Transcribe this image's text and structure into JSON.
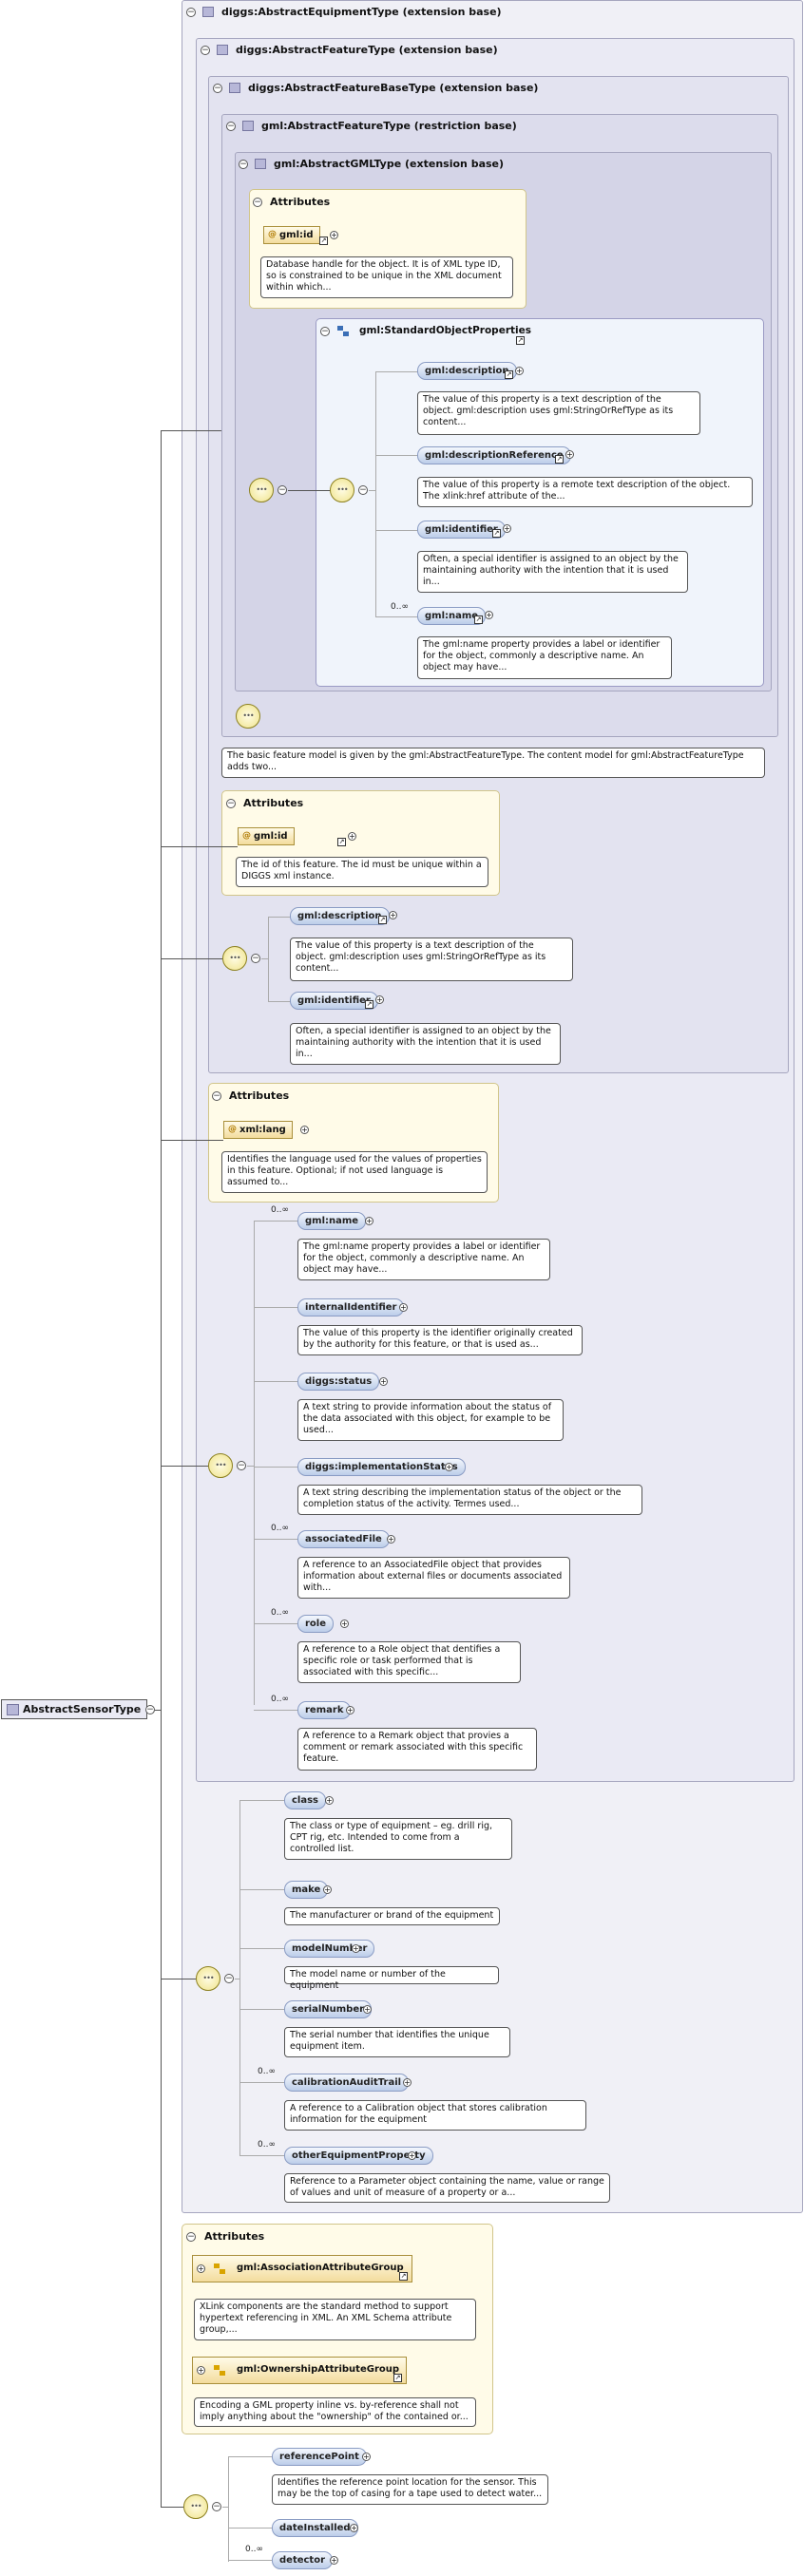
{
  "root": {
    "label": "AbstractSensorType"
  },
  "types": {
    "equipment": "diggs:AbstractEquipmentType (extension base)",
    "feature": "diggs:AbstractFeatureType (extension base)",
    "featurebase": "diggs:AbstractFeatureBaseType (extension base)",
    "gmlfeature": "gml:AbstractFeatureType (restriction base)",
    "gmlgml": "gml:AbstractGMLType (extension base)"
  },
  "attributes_label": "Attributes",
  "gml_attrs": {
    "id_label": "gml:id",
    "id_desc": "Database handle for the object. It is of XML type ID, so is constrained to be unique in the XML document within which...",
    "group_label": "gml:StandardObjectProperties",
    "description": "gml:description",
    "description_desc": "The value of this property is a text description of the object. gml:description uses gml:StringOrRefType as its content...",
    "descref": "gml:descriptionReference",
    "descref_desc": "The value of this property is a remote text description of the object. The xlink:href attribute of the...",
    "identifier": "gml:identifier",
    "identifier_desc": "Often, a special identifier is assigned to an object by the maintaining authority with the intention that it is used in...",
    "name_card": "0..∞",
    "name": "gml:name",
    "name_desc": "The gml:name property provides a label or identifier for the object, commonly a descriptive name. An object may have..."
  },
  "feature_desc": "The basic feature model is given by the gml:AbstractFeatureType. The content model for gml:AbstractFeatureType adds two...",
  "featurebase": {
    "id_label": "gml:id",
    "id_desc": "The id of this feature. The id must be unique within a DIGGS xml instance.",
    "description": "gml:description",
    "description_desc": "The value of this property is a text description of the object. gml:description uses gml:StringOrRefType as its content...",
    "identifier": "gml:identifier",
    "identifier_desc": "Often, a special identifier is assigned to an object by the maintaining authority with the intention that it is used in..."
  },
  "feature": {
    "lang_label": "xml:lang",
    "lang_desc": "Identifies the language used for the values of properties in this feature. Optional; if not used language is assumed to...",
    "items": [
      {
        "card": "0..∞",
        "name": "gml:name",
        "desc": "The gml:name property provides a label or identifier for the object, commonly a descriptive name. An object may have..."
      },
      {
        "card": "",
        "name": "internalIdentifier",
        "desc": "The value of this property is the identifier originally created by the authority for this feature, or that is used as..."
      },
      {
        "card": "",
        "name": "diggs:status",
        "desc": "A text string to provide information about the status of the data associated with this object, for example to be used..."
      },
      {
        "card": "",
        "name": "diggs:implementationStatus",
        "desc": "A text string describing the implementation status of the object or the completion status of the activity. Termes used..."
      },
      {
        "card": "0..∞",
        "name": "associatedFile",
        "desc": "A reference to an AssociatedFile object that provides information about external files or documents associated with..."
      },
      {
        "card": "0..∞",
        "name": "role",
        "desc": "A reference to a Role object that dentifies a specific role or task performed that is associated with this specific..."
      },
      {
        "card": "0..∞",
        "name": "remark",
        "desc": "A reference to a Remark object that provies a comment or remark associated with this specific feature."
      }
    ]
  },
  "equipment": {
    "items": [
      {
        "card": "",
        "name": "class",
        "desc": "The class or type of equipment – eg. drill rig, CPT rig, etc. Intended to come from a controlled list."
      },
      {
        "card": "",
        "name": "make",
        "desc": "The manufacturer or brand of the equipment"
      },
      {
        "card": "",
        "name": "modelNumber",
        "desc": "The model name or number of the equipment"
      },
      {
        "card": "",
        "name": "serialNumber",
        "desc": "The serial number that identifies the unique equipment item."
      },
      {
        "card": "0..∞",
        "name": "calibrationAuditTrail",
        "desc": "A reference to a Calibration object that stores calibration information for the equipment"
      },
      {
        "card": "0..∞",
        "name": "otherEquipmentProperty",
        "desc": "Reference to a Parameter object containing the name, value or range of values and unit of measure of a property or a..."
      }
    ]
  },
  "equip_attrs": {
    "group1": "gml:AssociationAttributeGroup",
    "group1_desc": "XLink components are the standard method to support hypertext referencing in XML. An XML Schema attribute group,...",
    "group2": "gml:OwnershipAttributeGroup",
    "group2_desc": "Encoding a GML property inline vs. by-reference shall not imply anything about the \"ownership\" of the contained or..."
  },
  "sensor": {
    "items": [
      {
        "card": "",
        "name": "referencePoint",
        "desc": "Identifies the reference point location for the sensor. This may be the top of casing for a tape used to detect water..."
      },
      {
        "card": "",
        "name": "dateInstalled",
        "desc": ""
      },
      {
        "card": "0..∞",
        "name": "detector",
        "desc": ""
      }
    ]
  }
}
